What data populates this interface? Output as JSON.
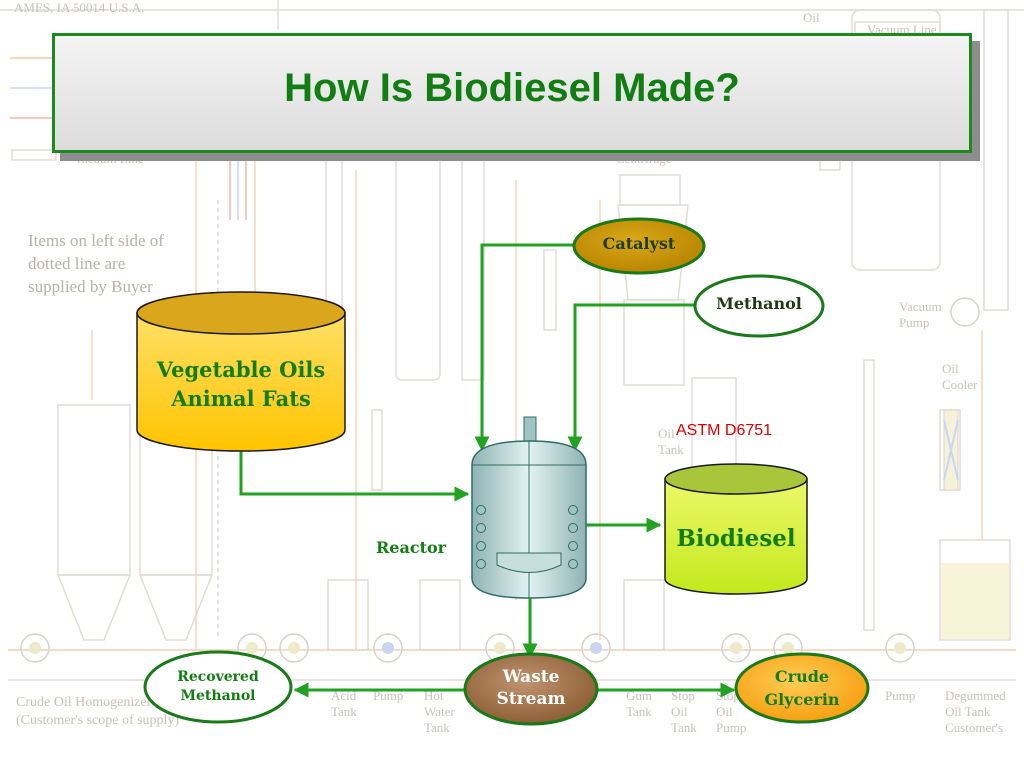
{
  "title": "How Is Biodiesel Made?",
  "background": {
    "top_left": "AMES, IA 50014 U.S.A.",
    "note": [
      "Items on left side of",
      "dotted line are",
      "supplied by Buyer"
    ],
    "vacuum_line_left": "Vacuum Line",
    "vacuum_line_right": "Vacuum Line",
    "centrifuge": "Centrifuge",
    "oil_top": "Oil",
    "vacuum_pump": [
      "Vacuum",
      "Pump"
    ],
    "oil_cooler": [
      "Oil",
      "Cooler"
    ],
    "oil_tank": [
      "Oil",
      "Tank"
    ],
    "crude_oil": [
      "Crude Oil Homogenizer",
      "(Customer's scope of supply)"
    ],
    "acid_tank": [
      "Acid",
      "Tank"
    ],
    "pump": "Pump",
    "hot_water_tank": [
      "Hot",
      "Water",
      "Tank"
    ],
    "gum_tank": [
      "Gum",
      "Tank"
    ],
    "stop_oil_tank": [
      "Stop",
      "Oil",
      "Tank"
    ],
    "stop_oil_pump": [
      "Stop",
      "Oil",
      "Pump"
    ],
    "pump_right": "Pump",
    "degummed": [
      "Degummed",
      "Oil Tank",
      "Customer's"
    ]
  },
  "nodes": {
    "feedstock": [
      "Vegetable Oils",
      "Animal Fats"
    ],
    "catalyst": "Catalyst",
    "methanol": "Methanol",
    "reactor": "Reactor",
    "standard": "ASTM D6751",
    "biodiesel": "Biodiesel",
    "waste": [
      "Waste",
      "Stream"
    ],
    "recovered": [
      "Recovered",
      "Methanol"
    ],
    "glycerin": [
      "Crude",
      "Glycerin"
    ]
  },
  "colors": {
    "arrow_green": "#21a321",
    "title_green": "#127d12",
    "feedstock_fill": "#ffcc00",
    "catalyst_fill": "#c99400",
    "biodiesel_fill": "#ccee22",
    "waste_fill": "#a8794d",
    "glycerin_fill": "#ffb020",
    "standard_red": "#e00000"
  }
}
